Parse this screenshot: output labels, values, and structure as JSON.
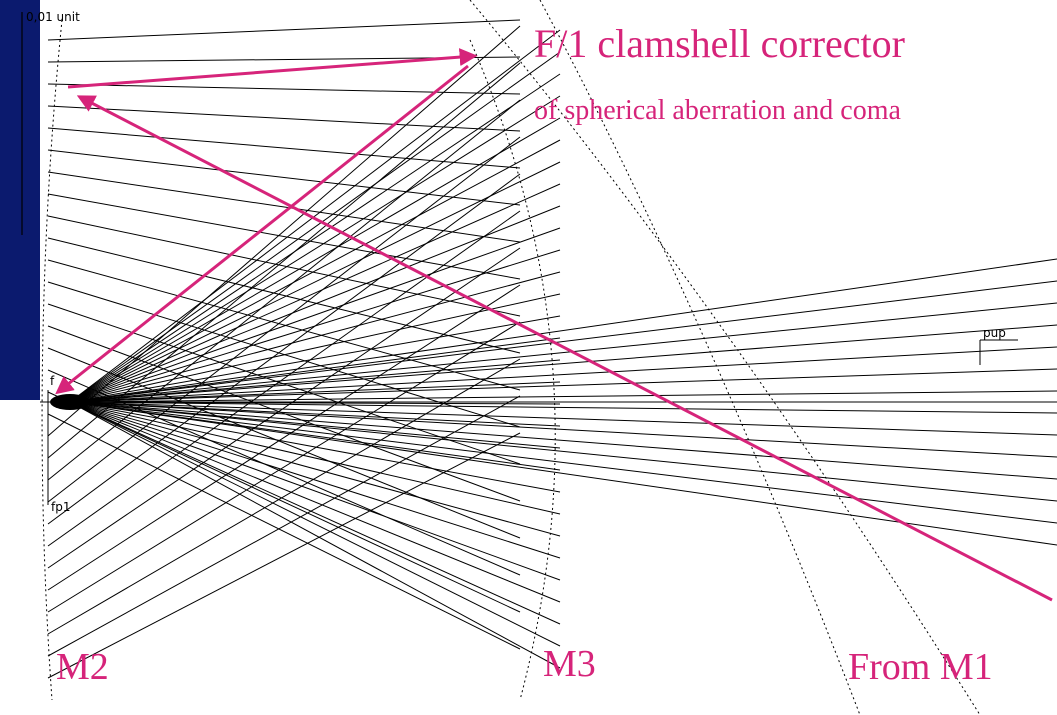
{
  "annotations": {
    "title": "F/1 clamshell corrector",
    "subtitle": "of spherical aberration and coma",
    "m2": "M2",
    "m3": "M3",
    "from_m1": "From M1"
  },
  "scale": {
    "label": "0,01 unit"
  },
  "markers": {
    "pupil": "pup",
    "focal_plane": "fp1",
    "f": "f"
  },
  "colors": {
    "background": "#0b1a6e",
    "panel": "#ffffff",
    "ray": "#000000",
    "arrow": "#d6247a"
  }
}
